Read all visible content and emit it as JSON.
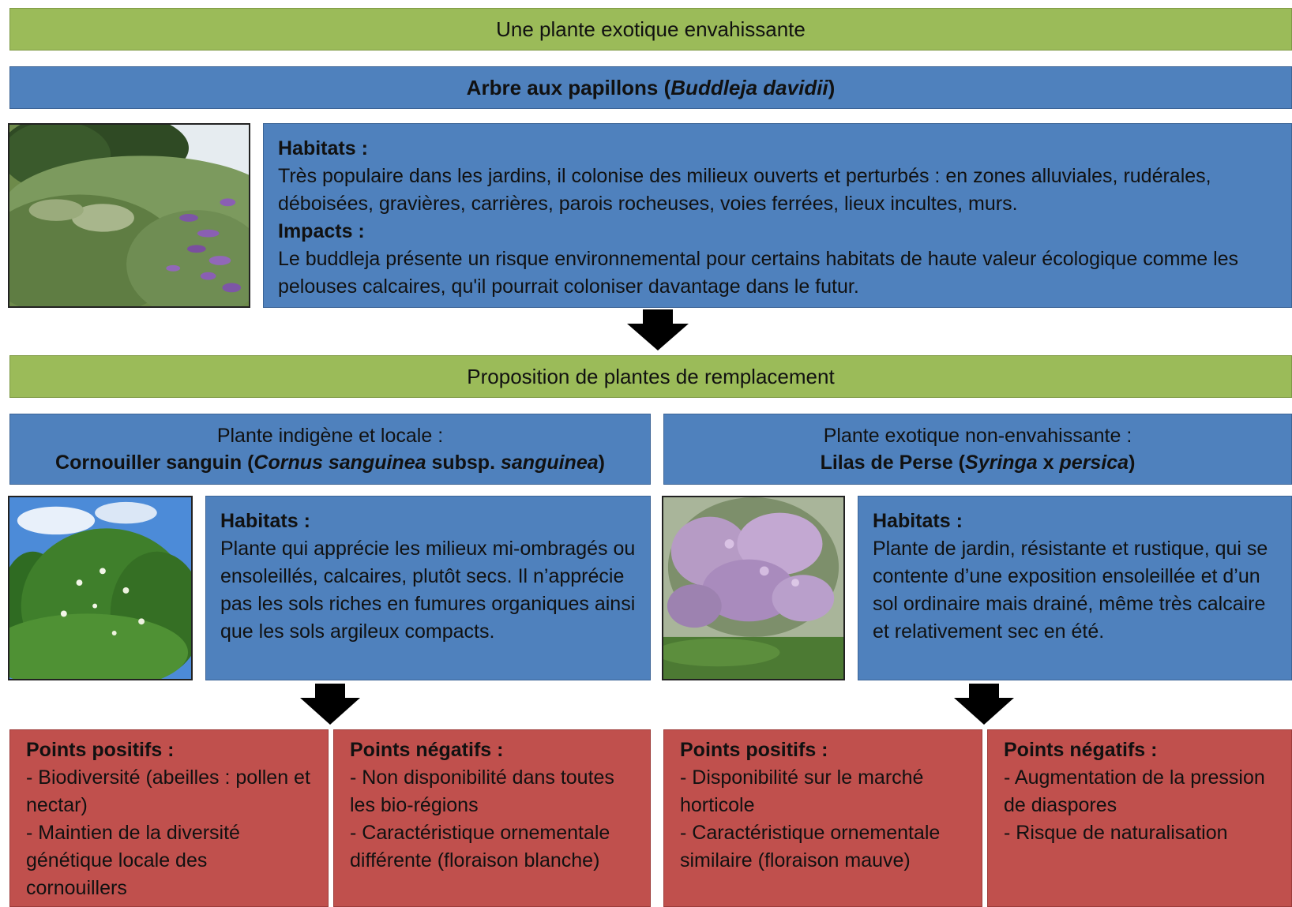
{
  "header": {
    "title": "Une plante exotique envahissante"
  },
  "invasive": {
    "name_prefix": "Arbre aux papillons (",
    "name_latin": "Buddleja davidii",
    "name_suffix": ")",
    "habitats_label": "Habitats :",
    "habitats_text": "Très populaire dans les jardins, il colonise des milieux ouverts et perturbés : en zones alluviales, rudérales, déboisées, gravières, carrières, parois rocheuses, voies ferrées, lieux incultes, murs.",
    "impacts_label": "Impacts :",
    "impacts_text": "Le buddleja présente un risque environnemental pour certains habitats de haute valeur écologique comme les pelouses calcaires, qu'il pourrait coloniser davantage dans le futur."
  },
  "proposal": {
    "title": "Proposition de plantes de remplacement"
  },
  "left_plant": {
    "category": "Plante indigène et locale :",
    "name_prefix": "Cornouiller sanguin (",
    "name_latin1": "Cornus sanguinea",
    "name_mid": " subsp. ",
    "name_latin2": "sanguinea",
    "name_suffix": ")",
    "habitats_label": "Habitats :",
    "habitats_text": "Plante qui apprécie les milieux mi-ombragés ou ensoleillés, calcaires, plutôt secs. Il n’apprécie pas les sols riches en fumures organiques ainsi que les sols argileux compacts.",
    "positive_label": "Points positifs :",
    "positive_items": [
      "- Biodiversité (abeilles : pollen et nectar)",
      "- Maintien de la diversité génétique locale des cornouillers"
    ],
    "negative_label": "Points négatifs :",
    "negative_items": [
      "- Non disponibilité dans toutes les bio-régions",
      "- Caractéristique ornementale différente (floraison blanche)"
    ]
  },
  "right_plant": {
    "category": "Plante exotique non-envahissante :",
    "name_prefix": "Lilas de Perse (",
    "name_latin1": "Syringa",
    "name_mid": " x ",
    "name_latin2": "persica",
    "name_suffix": ")",
    "habitats_label": "Habitats :",
    "habitats_text": "Plante de jardin, résistante et rustique, qui se contente d’une exposition ensoleillée et d’un sol ordinaire mais drainé, même très calcaire et relativement sec en été.",
    "positive_label": "Points positifs :",
    "positive_items": [
      "- Disponibilité sur le marché horticole",
      "- Caractéristique ornementale similaire (floraison mauve)"
    ],
    "negative_label": "Points négatifs :",
    "negative_items": [
      "- Augmentation de la pression de diaspores",
      "- Risque de naturalisation"
    ]
  },
  "colors": {
    "green": "#9bbb59",
    "blue": "#4f81bd",
    "red": "#c0504d"
  }
}
